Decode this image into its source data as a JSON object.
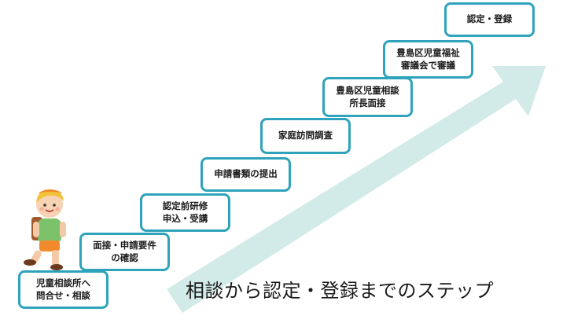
{
  "title": "相談から認定・登録までのステップ",
  "colors": {
    "step_border": "#2fa3bb",
    "arrow": "#cde9e6",
    "text": "#1a1a1a"
  },
  "steps": [
    {
      "line1": "児童相談所へ",
      "line2": "問合せ・相談"
    },
    {
      "line1": "面接・申請要件",
      "line2": "の確認"
    },
    {
      "line1": "認定前研修",
      "line2": "申込・受講"
    },
    {
      "line1": "申請書類の提出",
      "line2": ""
    },
    {
      "line1": "家庭訪問調査",
      "line2": ""
    },
    {
      "line1": "豊島区児童相談",
      "line2": "所長面接"
    },
    {
      "line1": "豊島区児童福祉",
      "line2": "審議会で審議"
    },
    {
      "line1": "認定・登録",
      "line2": ""
    }
  ],
  "illustration": "child-with-backpack-icon"
}
